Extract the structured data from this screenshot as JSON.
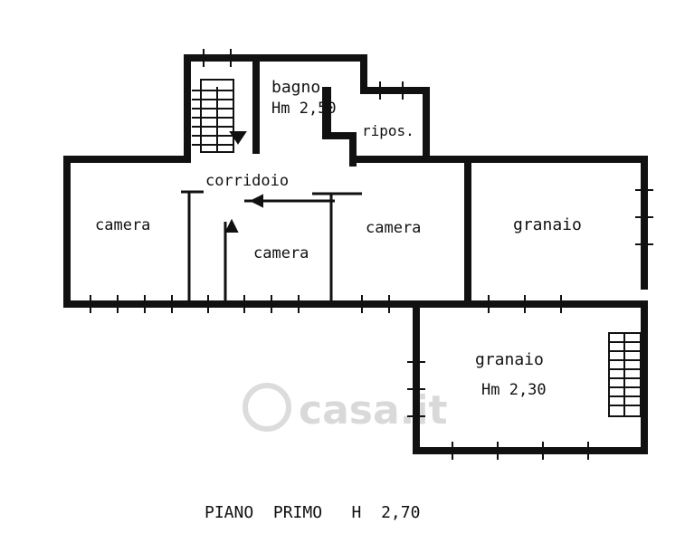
{
  "floor_plan": {
    "rooms": {
      "bagno": "bagno",
      "bagno_height": "Hm  2,50",
      "ripostiglio": "ripos.",
      "corridoio": "corridoio",
      "camera_left": "camera",
      "camera_center": "camera",
      "camera_right": "camera",
      "granaio_upper": "granaio",
      "granaio_lower": "granaio",
      "granaio_lower_height": "Hm  2,30"
    },
    "footer": "PIANO  PRIMO   H  2,70",
    "watermark": "casa.it",
    "colors": {
      "ink": "#111111",
      "watermark": "#d9d9d9",
      "background": "#ffffff"
    }
  }
}
